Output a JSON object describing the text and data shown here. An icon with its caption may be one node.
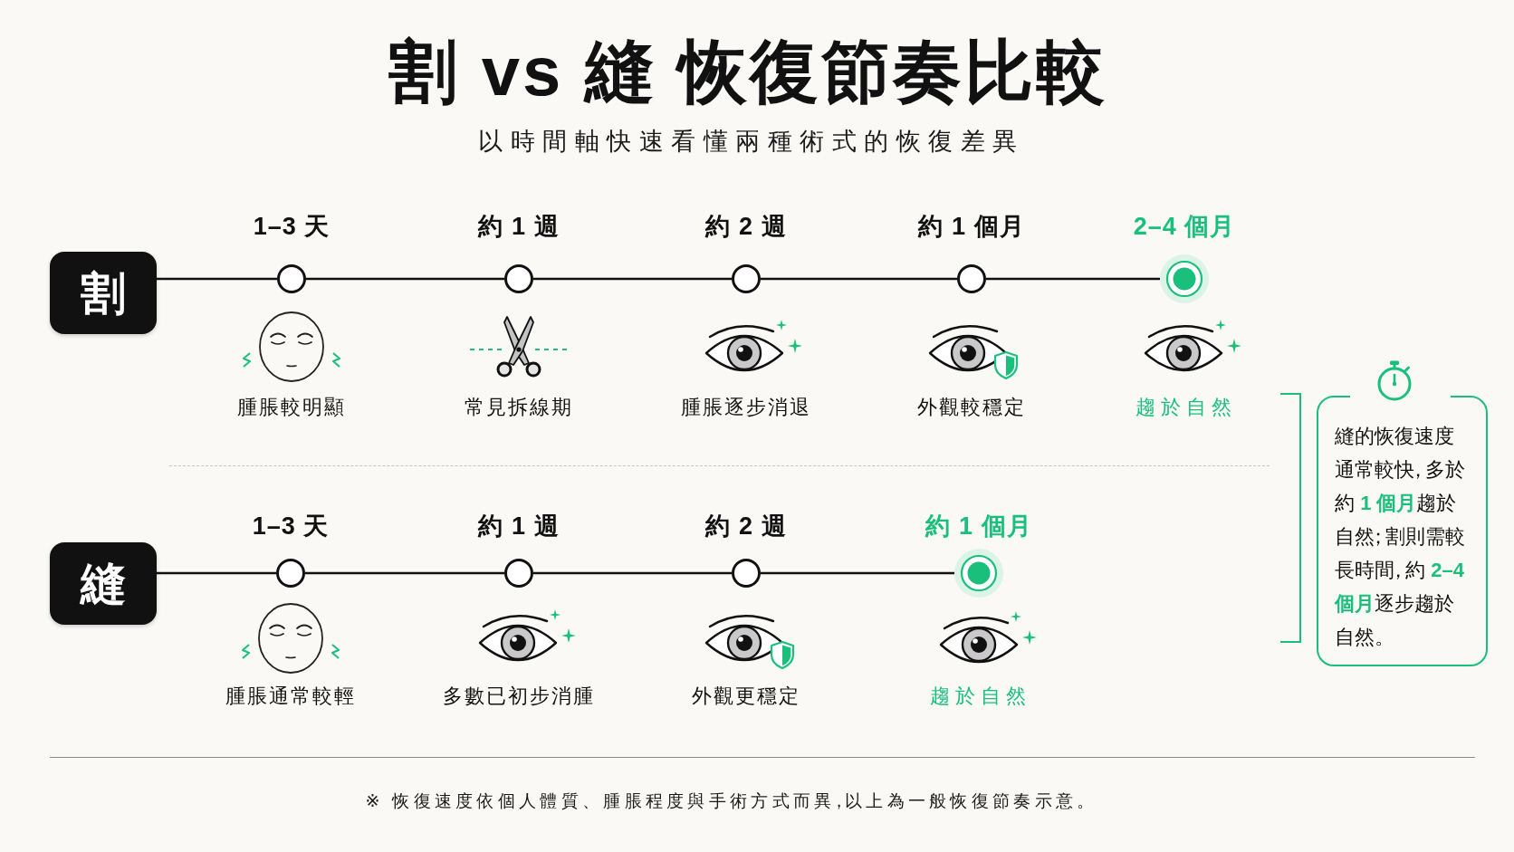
{
  "diagram": {
    "title": "割 vs 縫 恢復節奏比較",
    "nodes": [
      {
        "text": [
          "割"
        ]
      },
      {
        "text": [],
        "shape": "circle",
        "beside": [
          "1–3 天"
        ]
      },
      {
        "text": [],
        "shape": "circle",
        "beside": [
          "約 1 週"
        ]
      },
      {
        "text": [],
        "shape": "circle",
        "beside": [
          "約 2 週"
        ]
      },
      {
        "text": [],
        "shape": "circle",
        "beside": [
          "約 1 個月"
        ]
      },
      {
        "text": [],
        "shape": "circle",
        "beside": [
          "2–4 個月"
        ]
      },
      {
        "text": [
          "縫"
        ]
      },
      {
        "text": [],
        "shape": "circle",
        "beside": [
          "1–3 天"
        ]
      },
      {
        "text": [],
        "shape": "circle",
        "beside": [
          "約 1 週"
        ]
      },
      {
        "text": [],
        "shape": "circle",
        "beside": [
          "約 2 週"
        ]
      },
      {
        "text": [],
        "shape": "circle",
        "beside": [
          "約 1 個月"
        ]
      },
      {
        "text": [
          "縫的恢復速度通常較快，多於約 **1 個月**趨於自然；割則需較長時間，約 **2–4 個月**逐步趨於自然。"
        ]
      }
    ],
    "edges": [
      {
        "from": 0,
        "to": 1,
        "arrow": "none"
      },
      {
        "from": 1,
        "to": 2,
        "arrow": "none"
      },
      {
        "from": 2,
        "to": 3,
        "arrow": "none"
      },
      {
        "from": 3,
        "to": 4,
        "arrow": "none"
      },
      {
        "from": 4,
        "to": 5,
        "arrow": "none"
      },
      {
        "from": 6,
        "to": 7,
        "arrow": "none"
      },
      {
        "from": 7,
        "to": 8,
        "arrow": "none"
      },
      {
        "from": 8,
        "to": 9,
        "arrow": "none"
      },
      {
        "from": 9,
        "to": 10,
        "arrow": "none"
      }
    ],
    "labels": [
      "以時間軸快速看懂兩種術式的恢復差異",
      "腫脹較明顯",
      "常見拆線期",
      "腫脹逐步消退",
      "外觀較穩定",
      "趨於自然",
      "腫脹通常較輕",
      "多數已初步消腫",
      "外觀更穩定",
      "趨於自然",
      "※ 恢復速度依個人體質、腫脹程度與手術方式而異，以上為一般恢復節奏示意。"
    ]
  }
}
